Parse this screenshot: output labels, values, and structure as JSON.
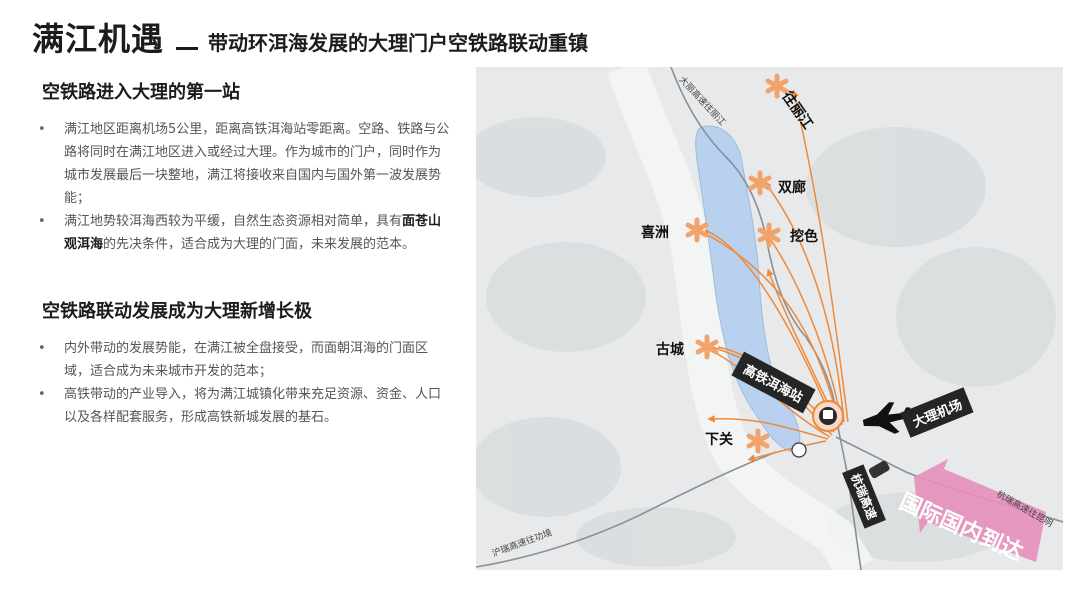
{
  "title": {
    "main": "满江机遇",
    "sub": "带动环洱海发展的大理门户空铁路联动重镇"
  },
  "section1": {
    "heading": "空铁路进入大理的第一站",
    "bullets": [
      {
        "text": "满江地区距离机场5公里，距离高铁洱海站零距离。空路、铁路与公路将同时在满江地区进入或经过大理。作为城市的门户，同时作为城市发展最后一块整地，满江将接收来自国内与国外第一波发展势能；"
      },
      {
        "before": "满江地势较洱海西较为平缓，自然生态资源相对简单，具有",
        "bold": "面苍山观洱海",
        "after": "的先决条件，适合成为大理的门面，未来发展的范本。"
      }
    ]
  },
  "section2": {
    "heading": "空铁路联动发展成为大理新增长极",
    "bullets": [
      {
        "text": "内外带动的发展势能，在满江被全盘接受，而面朝洱海的门面区域，适合成为未来城市开发的范本；"
      },
      {
        "text": "高铁带动的产业导入，将为满江城镇化带来充足资源、资金、人口以及各样配套服务，形成高铁新城发展的基石。"
      }
    ]
  },
  "map": {
    "places": {
      "lijiang": "往丽江",
      "shuanglang": "双廊",
      "xizhou": "喜洲",
      "wase": "挖色",
      "gucheng": "古城",
      "xiaguan": "下关"
    },
    "station": "高铁洱海站",
    "airport": "大理机场",
    "expressway": "杭瑞高速",
    "gateway": "国际国内到达",
    "highways": {
      "north": "大丽高速往丽江",
      "southwest": "沪瑞高速往功境",
      "southeast": "杭瑞高速往昆明"
    },
    "colors": {
      "arrow": "#ee8a3a",
      "star": "#f2a36b",
      "lake": "#b8d1ef",
      "gateway": "#e68fbd",
      "label_box": "#252525"
    }
  }
}
